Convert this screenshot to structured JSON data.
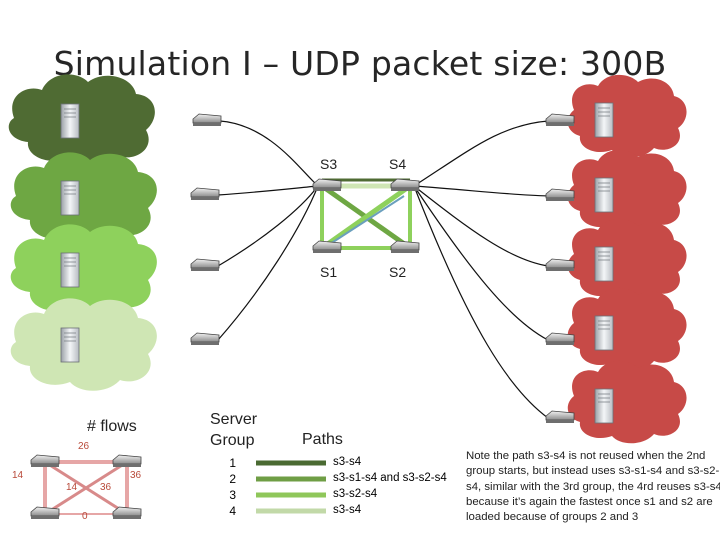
{
  "title": "Simulation I – UDP packet size: 300B",
  "switches": {
    "s3": "S3",
    "s4": "S4",
    "s1": "S1",
    "s2": "S2"
  },
  "flows_panel": {
    "title": "# flows",
    "values": {
      "top": "26",
      "left": "14",
      "center_left": "14",
      "center_right": "36",
      "right": "36",
      "bottom": "0"
    }
  },
  "legend": {
    "server_group_header": "Server Group",
    "paths_header": "Paths",
    "rows": [
      {
        "group": "1",
        "path": "s3-s4",
        "color": "#4a6a32"
      },
      {
        "group": "2",
        "path": "s3-s1-s4 and s3-s2-s4",
        "color": "#6f9e45"
      },
      {
        "group": "3",
        "path": "s3-s2-s4",
        "color": "#8fc75a"
      },
      {
        "group": "4",
        "path": "s3-s4",
        "color": "#c2d9a8"
      }
    ]
  },
  "note": "Note the path s3-s4 is not reused when the 2nd group starts, but instead uses s3-s1-s4 and s3-s2-s4, similar with the 3rd group, the 4rd reuses s3-s4 because it’s again the fastest once s1 and s2 are loaded because of groups 2 and 3",
  "colors": {
    "group1": "#4f6b33",
    "group2": "#6ea743",
    "group3": "#8ed15c",
    "group4": "#cfe6b4",
    "dest": "#c74a47",
    "link_highlight": "#e6a6a6"
  }
}
